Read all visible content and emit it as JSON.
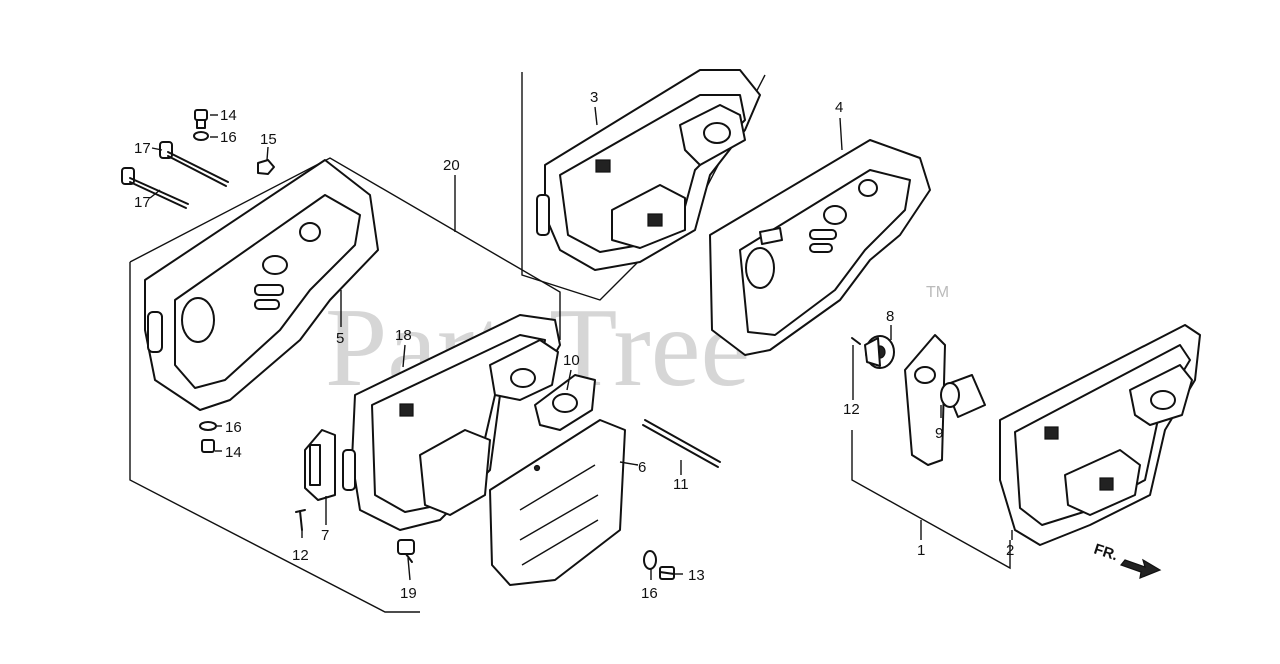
{
  "watermark": {
    "text": "PartsTree",
    "trademark": "TM"
  },
  "direction_label": "FR.",
  "callouts": {
    "c1": "1",
    "c2": "2",
    "c3": "3",
    "c4": "4",
    "c5": "5",
    "c6": "6",
    "c7": "7",
    "c8": "8",
    "c9": "9",
    "c10": "10",
    "c11": "11",
    "c12a": "12",
    "c12b": "12",
    "c13": "13",
    "c14a": "14",
    "c14b": "14",
    "c15": "15",
    "c16a": "16",
    "c16b": "16",
    "c16c": "16",
    "c17a": "17",
    "c17b": "17",
    "c18": "18",
    "c19": "19",
    "c20": "20"
  }
}
